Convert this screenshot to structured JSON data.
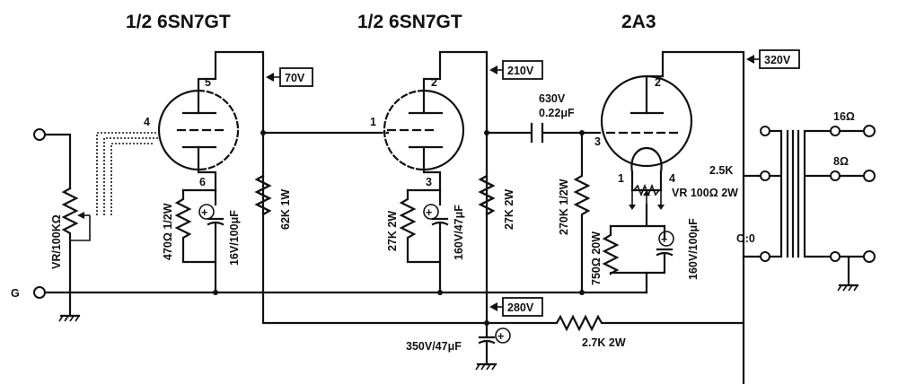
{
  "titles": {
    "v1": "1/2 6SN7GT",
    "v2": "1/2 6SN7GT",
    "v3": "2A3"
  },
  "voltages": {
    "v70": "70V",
    "v210": "210V",
    "v320": "320V",
    "v280": "280V"
  },
  "pins": {
    "v1_plate": "5",
    "v1_grid": "4",
    "v1_cathode": "6",
    "v2_plate": "2",
    "v2_grid": "1",
    "v2_cathode": "3",
    "v3_plate": "2",
    "v3_grid": "3",
    "v3_f1": "1",
    "v3_f2": "4"
  },
  "components": {
    "vr": "VR/100KΩ",
    "r_k1": "470Ω 1/2W",
    "c_k1": "16V/100μF",
    "r_load1": "62K 1W",
    "r_k2": "27K 2W",
    "c_k2": "160V/47μF",
    "r_load2": "27K 2W",
    "c_couple_v": "630V",
    "c_couple_c": "0.22μF",
    "r_grid3": "270K 1/2W",
    "vr_hum": "VR 100Ω 2W",
    "r_k3": "750Ω 20W",
    "c_k3": "160V/100μF",
    "c_filter": "350V/47μF",
    "r_drop": "2.7K 2W"
  },
  "transformer": {
    "t16": "16Ω",
    "t8": "8Ω",
    "primary": "2.5K",
    "common": "O:0"
  },
  "input_ground": "G"
}
